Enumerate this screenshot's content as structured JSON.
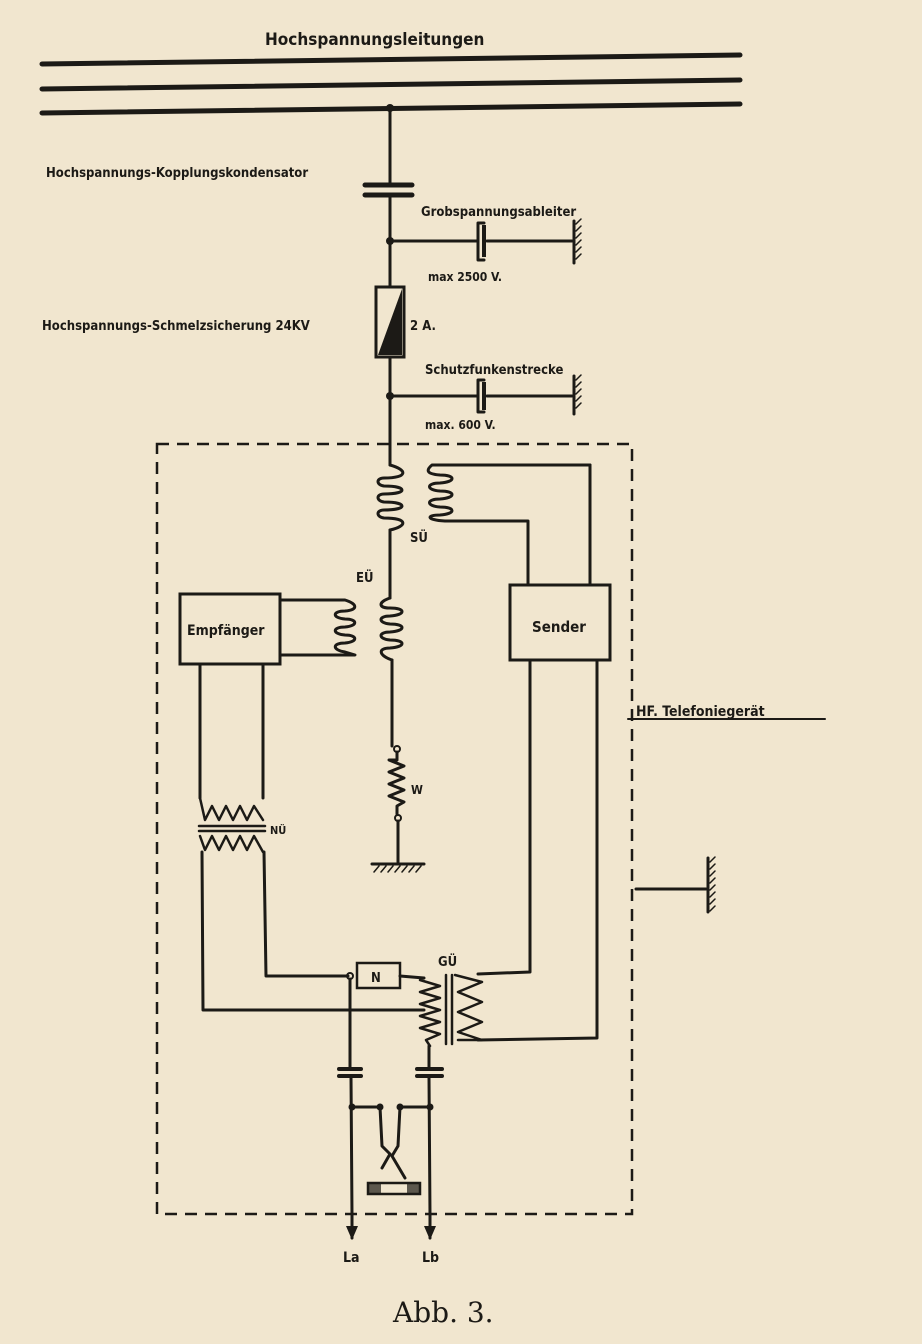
{
  "diagram": {
    "title": "Hochspannungsleitungen",
    "caption": "Abb. 3.",
    "colors": {
      "paper": "#f1e6cf",
      "ink": "#1c1a16"
    },
    "labels": {
      "coupling_capacitor": "Hochspannungs-Kopplungskondensator",
      "surge_arrester": "Grobspannungsableiter",
      "surge_arrester_rating": "max 2500 V.",
      "fuse": "Hochspannungs-Schmelzsicherung 24KV",
      "fuse_rating": "2 A.",
      "spark_gap": "Schutzfunkenstrecke",
      "spark_gap_rating": "max. 600 V.",
      "su": "SÜ",
      "eu": "EÜ",
      "receiver": "Empfänger",
      "transmitter": "Sender",
      "device_box": "HF. Telefoniegerät",
      "nu": "NÜ",
      "w": "W",
      "n": "N",
      "gu": "GÜ",
      "line_a": "La",
      "line_b": "Lb"
    }
  }
}
